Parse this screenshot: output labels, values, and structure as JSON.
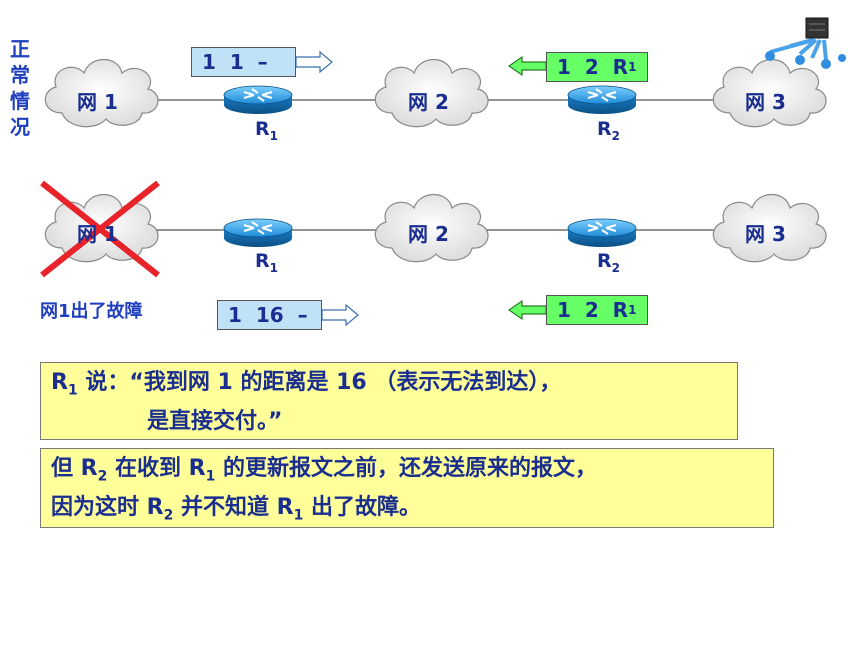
{
  "side_label": [
    "正",
    "常",
    "情",
    "况"
  ],
  "top": {
    "net1": "网 1",
    "net2": "网 2",
    "net3": "网 3",
    "r1": "R",
    "r1_sub": "1",
    "r2": "R",
    "r2_sub": "2",
    "msg_left": "1  1  –",
    "msg_right": "1  2  R",
    "msg_right_sub": "1"
  },
  "bottom": {
    "net1": "网 1",
    "net2": "网 2",
    "net3": "网 3",
    "r1": "R",
    "r1_sub": "1",
    "r2": "R",
    "r2_sub": "2",
    "msg_left": "1  16  –",
    "msg_right": "1  2  R",
    "msg_right_sub": "1",
    "fault_text": "网1出了故障"
  },
  "note1": {
    "r": "R",
    "r_sub": "1",
    "line1": " 说：“我到网 1 的距离是 16 （表示无法到达），",
    "line2": "是直接交付。”"
  },
  "note2": {
    "p1": "但 R",
    "p1_sub": "2",
    "p2": " 在收到 R",
    "p2_sub": "1",
    "p3": " 的更新报文之前，还发送原来的报文，",
    "p4": "因为这时 R",
    "p4_sub": "2",
    "p5": " 并不知道 R",
    "p5_sub": "1",
    "p6": " 出了故障。"
  },
  "colors": {
    "text": "#1a2e8f",
    "msg_blue": "#bfe2f7",
    "msg_green": "#66ff66",
    "note_bg": "#ffff99",
    "cross": "#e8232a"
  }
}
